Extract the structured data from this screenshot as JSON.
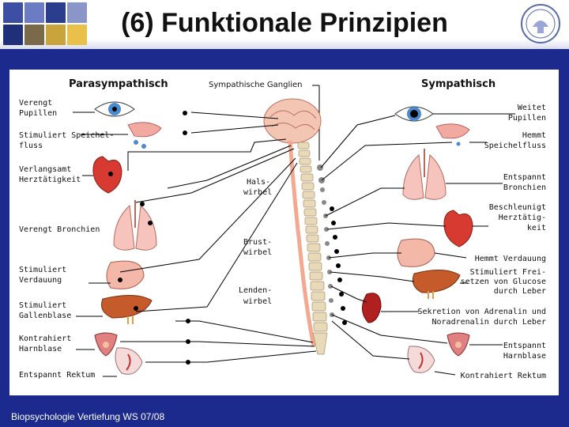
{
  "slide": {
    "title": "(6) Funktionale Prinzipien",
    "footer": "Biopsychologie Vertiefung WS 07/08"
  },
  "diagram": {
    "header_left": "Parasympathisch",
    "header_center": "Sympathische Ganglien",
    "header_right": "Sympathisch",
    "spine": {
      "hals": [
        "Hals-",
        "wirbel"
      ],
      "brust": [
        "Brust-",
        "wirbel"
      ],
      "lenden": [
        "Lenden-",
        "wirbel"
      ]
    },
    "left_labels": [
      [
        "Verengt",
        "Pupillen"
      ],
      [
        "Stimuliert Speichel-",
        "fluss"
      ],
      [
        "Verlangsamt",
        "Herztätigkeit"
      ],
      [
        "Verengt Bronchien"
      ],
      [
        "Stimuliert",
        "Verdauung"
      ],
      [
        "Stimuliert",
        "Gallenblase"
      ],
      [
        "Kontrahiert",
        "Harnblase"
      ],
      [
        "Entspannt Rektum"
      ]
    ],
    "right_labels": [
      [
        "Weitet",
        "Pupillen"
      ],
      [
        "Hemmt",
        "Speichelfluss"
      ],
      [
        "Entspannt",
        "Bronchien"
      ],
      [
        "Beschleunigt",
        "Herztätig-",
        "keit"
      ],
      [
        "Hemmt Verdauung"
      ],
      [
        "Stimuliert Frei-",
        "setzen von Glucose",
        "durch Leber"
      ],
      [
        "Sekretion von Adrenalin und",
        "Noradrenalin durch Leber"
      ],
      [
        "Entspannt",
        "Harnblase"
      ],
      [
        "Kontrahiert Rektum"
      ]
    ]
  }
}
